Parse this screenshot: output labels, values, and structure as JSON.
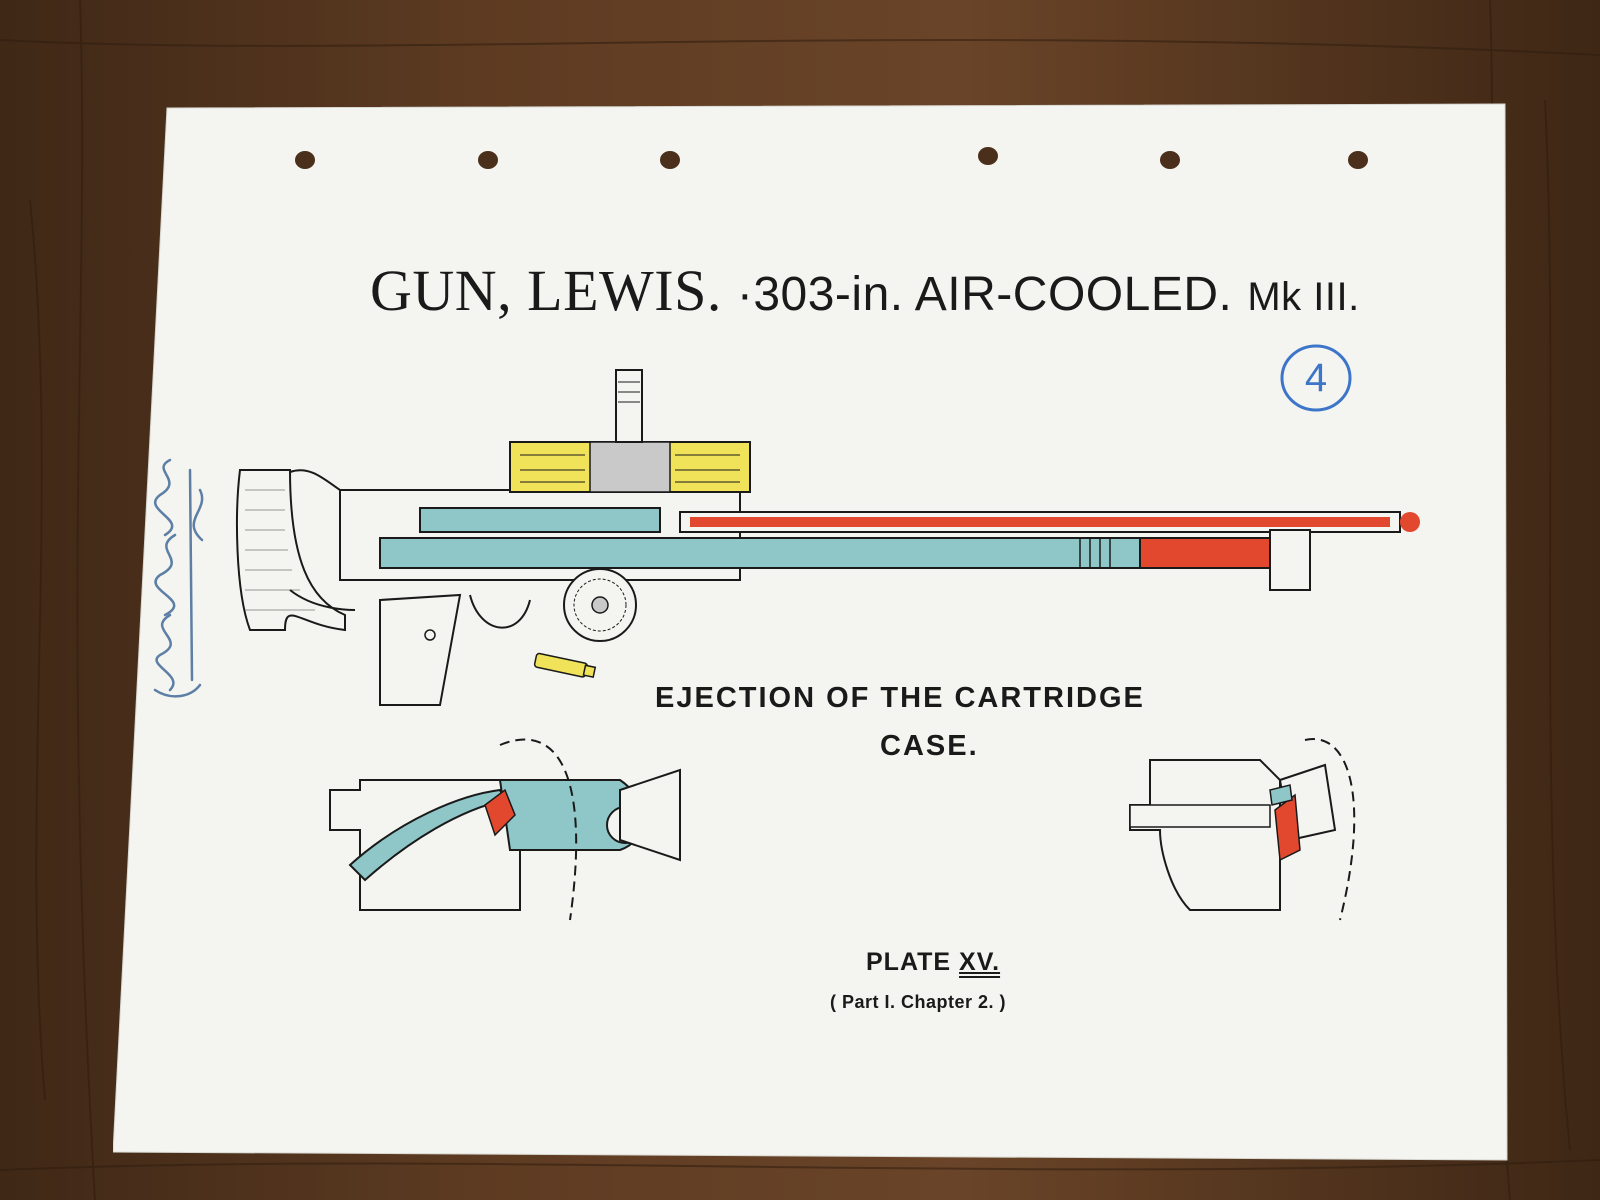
{
  "title": {
    "part1": "GUN, LEWIS.",
    "part2": "·303-in. AIR-COOLED.",
    "part3": "Mk III."
  },
  "handwritten_number": "4",
  "caption": {
    "line1": "EJECTION OF THE CARTRIDGE",
    "line2": "CASE."
  },
  "plate": {
    "prefix": "PLATE",
    "number": "XV."
  },
  "chapter": "( Part I. Chapter 2. )",
  "colors": {
    "paper": "#f4f4f0",
    "wood": "#5b3a22",
    "teal": "#8fc7c9",
    "red": "#e2482e",
    "yellow": "#f0e35a",
    "ink": "#1a1a1a",
    "blue_pen": "#3d76c9"
  }
}
